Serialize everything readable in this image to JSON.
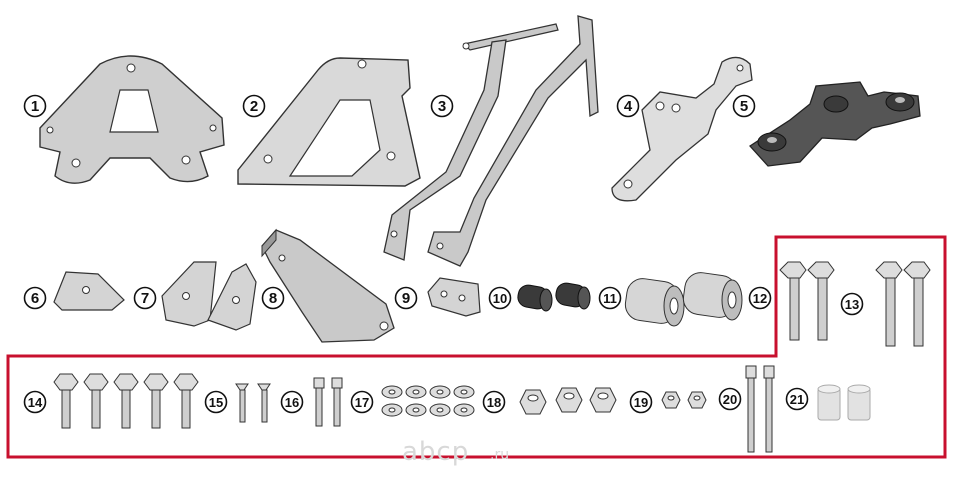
{
  "parts": [
    {
      "number": "1"
    },
    {
      "number": "2"
    },
    {
      "number": "3"
    },
    {
      "number": "4"
    },
    {
      "number": "5"
    },
    {
      "number": "6"
    },
    {
      "number": "7"
    },
    {
      "number": "8"
    },
    {
      "number": "9"
    },
    {
      "number": "10"
    },
    {
      "number": "11"
    },
    {
      "number": "12"
    },
    {
      "number": "13"
    },
    {
      "number": "14"
    },
    {
      "number": "15"
    },
    {
      "number": "16"
    },
    {
      "number": "17"
    },
    {
      "number": "18"
    },
    {
      "number": "19"
    },
    {
      "number": "20"
    },
    {
      "number": "21"
    }
  ],
  "watermark": {
    "brand": "abcp",
    "suffix": ".ru"
  },
  "colors": {
    "highlight_border": "#c8102e",
    "metal": "#c9c9c9",
    "dark_part": "#4a4a4a",
    "outline": "#333333"
  }
}
